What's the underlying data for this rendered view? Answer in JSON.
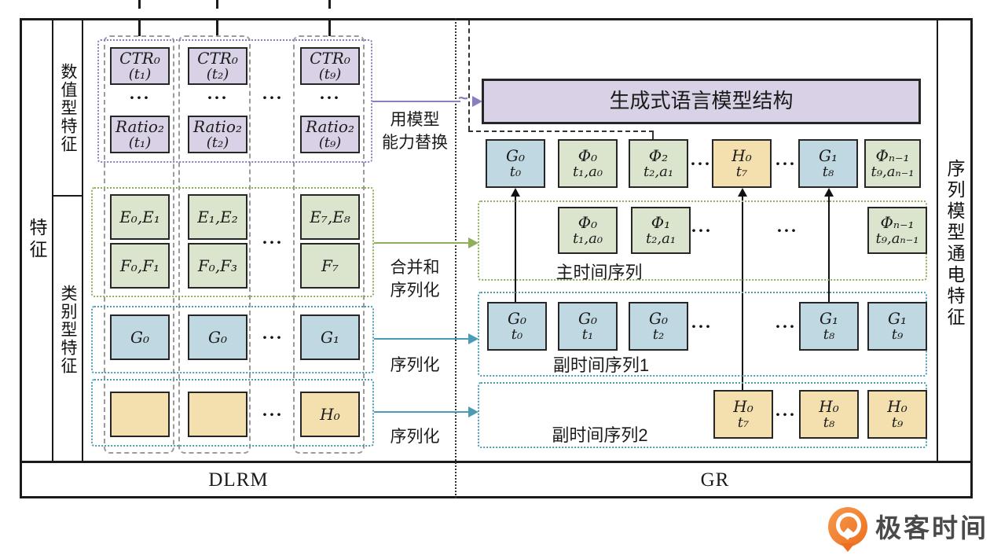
{
  "ellipsis": "···",
  "colors": {
    "purple_fill": "#d9d1e5",
    "green_fill": "#dbe5cd",
    "blue_fill": "#c0d8e1",
    "orange_fill": "#f4dfae",
    "purple_accent": "#8e7cc3",
    "green_accent": "#8fae5a",
    "teal_accent": "#4a9cb3",
    "gray_dashed": "#9b9b9b",
    "line_black": "#1a1a1a",
    "logo_orange": "#ec6f1f"
  },
  "left_panel": {
    "feature_label": "特征",
    "numeric_label": "数值型特征",
    "categorical_label": "类别型特征",
    "ctr_row": [
      {
        "l1": "CTR₀",
        "l2": "(t₁)"
      },
      {
        "l1": "CTR₀",
        "l2": "(t₂)"
      },
      {
        "l1": "CTR₀",
        "l2": "(t₉)"
      }
    ],
    "ratio_row": [
      {
        "l1": "Ratio₂",
        "l2": "(t₁)"
      },
      {
        "l1": "Ratio₂",
        "l2": "(t₂)"
      },
      {
        "l1": "Ratio₂",
        "l2": "(t₉)"
      }
    ],
    "e_row": [
      "E₀,E₁",
      "E₁,E₂",
      "E₇,E₈"
    ],
    "f_row": [
      "F₀,F₁",
      "F₀,F₃",
      "F₇"
    ],
    "g_row": [
      "G₀",
      "G₀",
      "G₁"
    ],
    "h_last": "H₀"
  },
  "middle_arrows": {
    "replace": [
      "用模型",
      "能力替换"
    ],
    "merge": [
      "合并和",
      "序列化"
    ],
    "serialize_1": "序列化",
    "serialize_2": "序列化"
  },
  "right_panel": {
    "glm_title": "生成式语言模型结构",
    "side_label": "序列模型通电特征",
    "token_row": [
      {
        "l1": "G₀",
        "l2": "t₀"
      },
      {
        "l1": "Φ₀",
        "l2": "t₁,a₀"
      },
      {
        "l1": "Φ₂",
        "l2": "t₂,a₁"
      },
      {
        "l1": "H₀",
        "l2": "t₇"
      },
      {
        "l1": "G₁",
        "l2": "t₈"
      },
      {
        "l1": "Φₙ₋₁",
        "l2": "t₉,aₙ₋₁"
      }
    ],
    "main_series": {
      "label": "主时间序列",
      "boxes": [
        {
          "l1": "Φ₀",
          "l2": "t₁,a₀"
        },
        {
          "l1": "Φ₁",
          "l2": "t₂,a₁"
        },
        {
          "l1": "Φₙ₋₁",
          "l2": "t₉,aₙ₋₁"
        }
      ]
    },
    "sub_series_1": {
      "label": "副时间序列1",
      "boxes": [
        {
          "l1": "G₀",
          "l2": "t₀"
        },
        {
          "l1": "G₀",
          "l2": "t₁"
        },
        {
          "l1": "G₀",
          "l2": "t₂"
        },
        {
          "l1": "G₁",
          "l2": "t₈"
        },
        {
          "l1": "G₁",
          "l2": "t₉"
        }
      ]
    },
    "sub_series_2": {
      "label": "副时间序列2",
      "boxes": [
        {
          "l1": "H₀",
          "l2": "t₇"
        },
        {
          "l1": "H₀",
          "l2": "t₈"
        },
        {
          "l1": "H₀",
          "l2": "t₉"
        }
      ]
    }
  },
  "footer": {
    "left_label": "DLRM",
    "right_label": "GR"
  },
  "logo": {
    "text": "极客时间"
  }
}
